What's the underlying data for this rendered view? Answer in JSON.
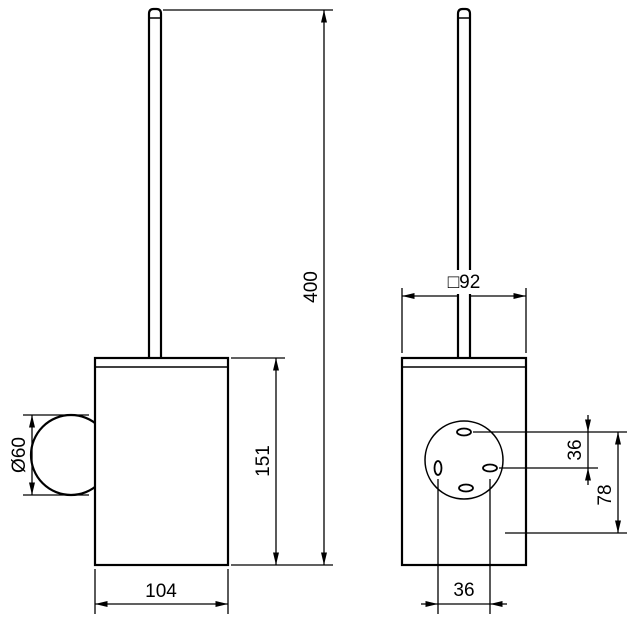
{
  "page": {
    "background_color": "#ffffff",
    "line_color": "#000000"
  },
  "drawing": {
    "side_view": {
      "dim_overall_height": "400",
      "dim_body_height": "151",
      "dim_plate_diameter": "Ø60",
      "dim_body_depth": "104"
    },
    "front_view": {
      "dim_body_width": "□92",
      "dim_hole_offset_vertical": "36",
      "dim_hole_span_vertical": "78",
      "dim_hole_spacing_horizontal": "36"
    }
  }
}
